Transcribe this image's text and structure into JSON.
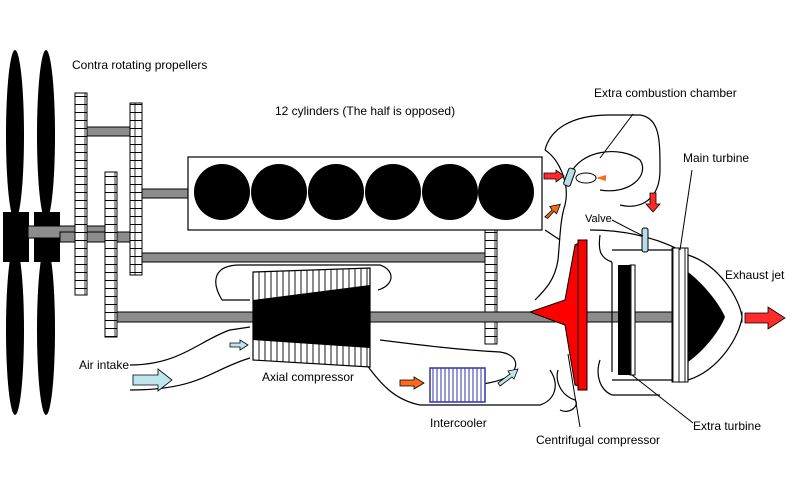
{
  "labels": {
    "propellers": "Contra rotating propellers",
    "cylinders": "12 cylinders (The half is opposed)",
    "extra_combustion_chamber": "Extra combustion chamber",
    "main_turbine": "Main turbine",
    "valve": "Valve",
    "exhaust_jet": "Exhaust jet",
    "air_intake": "Air intake",
    "axial_compressor": "Axial compressor",
    "intercooler": "Intercooler",
    "centrifugal_compressor": "Centrifugal compressor",
    "extra_turbine": "Extra turbine"
  },
  "colors": {
    "outline": "#000000",
    "shaft": "#8c8c8c",
    "centrifugal": "#ff0000",
    "cold_air": "#bfe6ec",
    "hot_air": "#ff6a1a",
    "exhaust": "#ff2a2a",
    "intercooler": "#3333aa",
    "valve": "#b9dde6"
  },
  "cylinder_count": 6
}
